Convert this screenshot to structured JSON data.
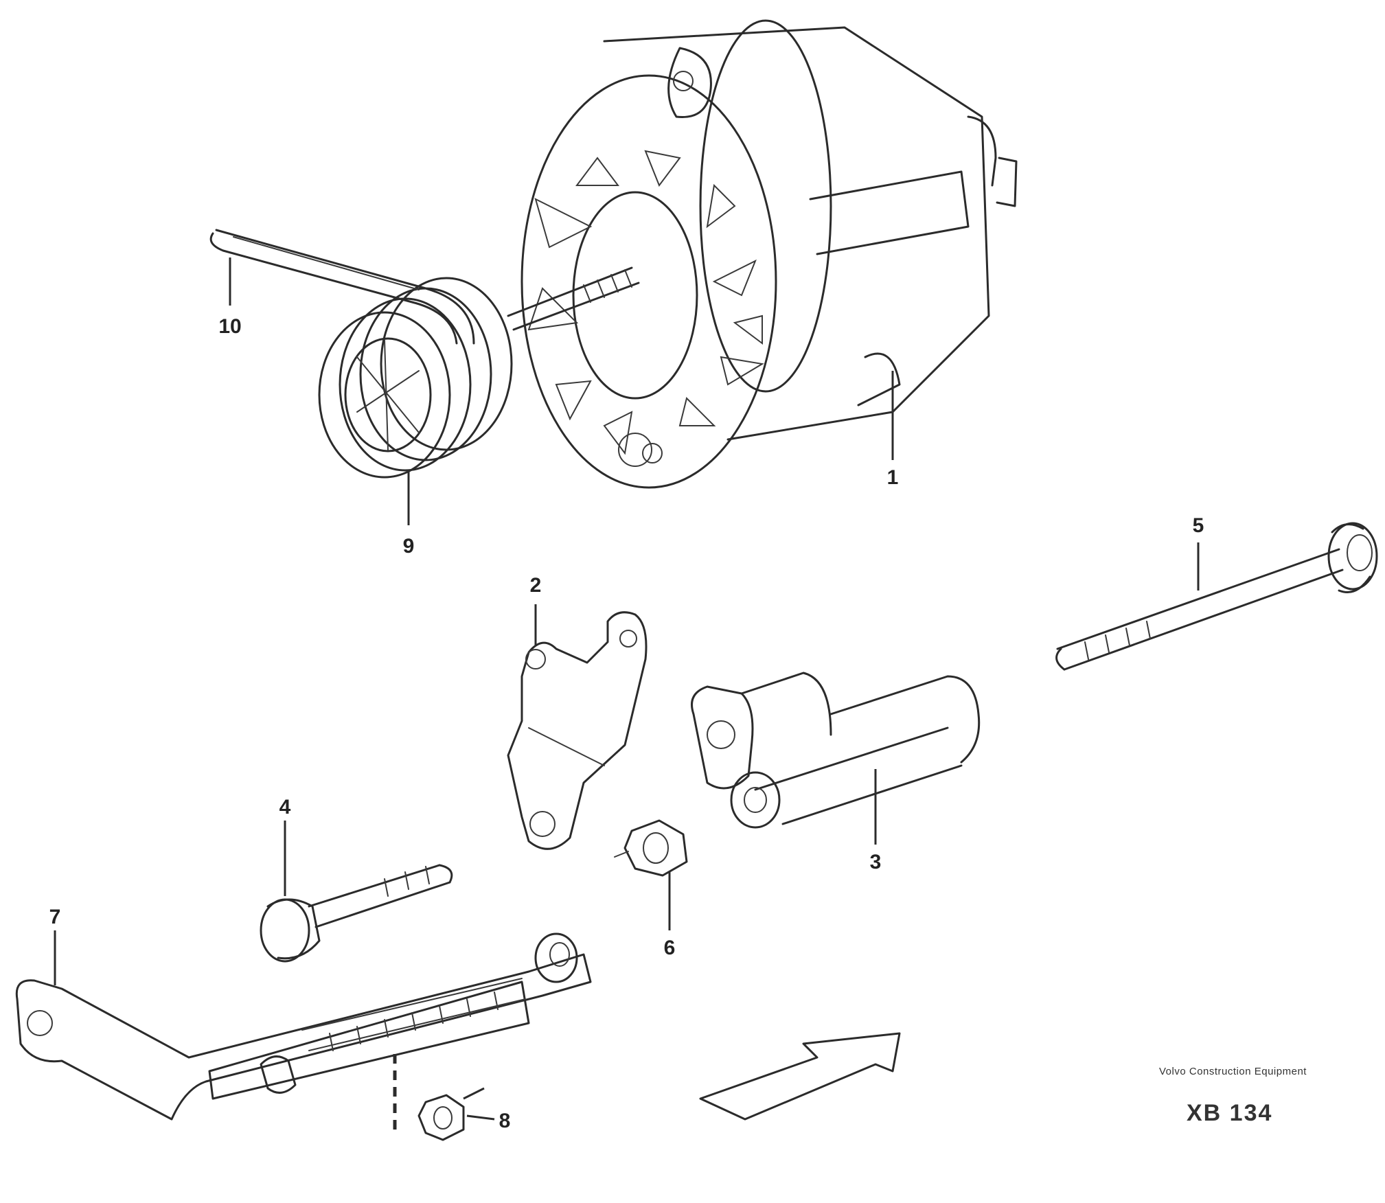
{
  "callouts": [
    {
      "id": "1",
      "label": "1"
    },
    {
      "id": "2",
      "label": "2"
    },
    {
      "id": "3",
      "label": "3"
    },
    {
      "id": "4",
      "label": "4"
    },
    {
      "id": "5",
      "label": "5"
    },
    {
      "id": "6",
      "label": "6"
    },
    {
      "id": "7",
      "label": "7"
    },
    {
      "id": "8",
      "label": "8"
    },
    {
      "id": "9",
      "label": "9"
    },
    {
      "id": "10",
      "label": "10"
    }
  ],
  "caption": {
    "company": "Volvo Construction Equipment",
    "figure_id": "XB 134"
  }
}
